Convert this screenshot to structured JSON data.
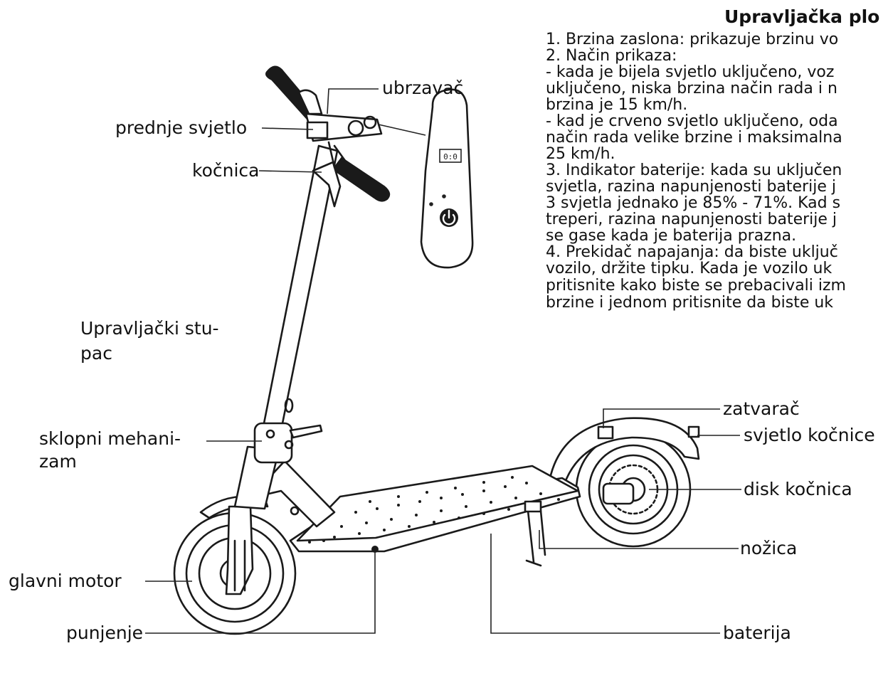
{
  "panel": {
    "heading": "Upravljačka plo",
    "lines": [
      "1. Brzina zaslona: prikazuje brzinu vo",
      "2. Način prikaza:",
      "- kada je bijela svjetlo uključeno, voz",
      "uključeno, niska brzina način rada i n",
      "brzina je 15 km/h.",
      "- kad je crveno svjetlo uključeno, oda",
      "način rada velike brzine i maksimalna",
      "25 km/h.",
      "3. Indikator baterije: kada su uključen",
      "svjetla, razina napunjenosti baterije j",
      "3 svjetla jednako je 85% - 71%. Kad s",
      "treperi, razina napunjenosti baterije j",
      "se gase kada je baterija prazna.",
      "4. Prekidač napajanja: da biste uključ",
      "vozilo, držite tipku. Kada je vozilo uk",
      "pritisnite kako biste se prebacivali izm",
      "brzine i jednom pritisnite da biste uk"
    ]
  },
  "display": {
    "readout": "0:0"
  },
  "labels": {
    "accelerator": "ubrzavač",
    "front_light": "prednje svjetlo",
    "brake_lever": "kočnica",
    "steering_column_1": "Upravljački stu-",
    "steering_column_2": "pac",
    "folding_1": "sklopni mehani-",
    "folding_2": "zam",
    "main_motor": "glavni motor",
    "charging": "punjenje",
    "fender_latch": "zatvarač",
    "brake_light": "svjetlo kočnice",
    "disc_brake": "disk kočnica",
    "kickstand": "nožica",
    "battery": "baterija"
  }
}
